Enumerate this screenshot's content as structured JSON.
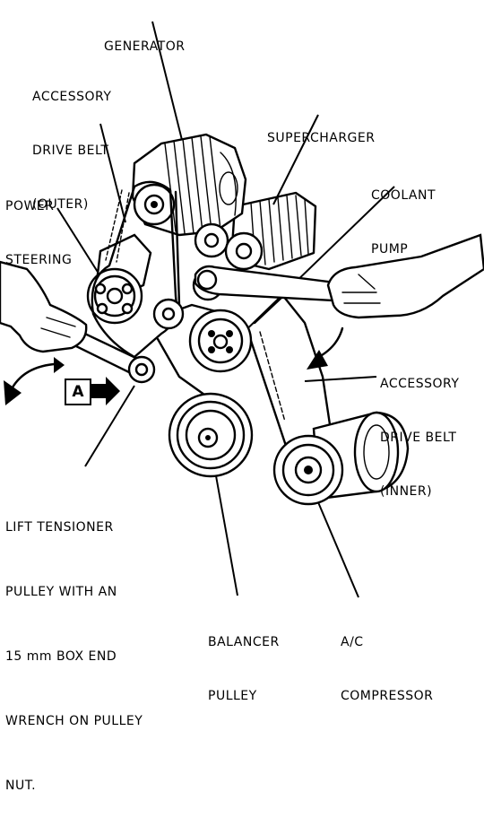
{
  "labels": {
    "generator": "GENERATOR",
    "accessory_drive_belt_outer": [
      "ACCESSORY",
      "DRIVE BELT",
      "(OUTER)"
    ],
    "supercharger": "SUPERCHARGER",
    "power_steering": [
      "POWER",
      "STEERING"
    ],
    "coolant_pump": [
      "COOLANT",
      "PUMP"
    ],
    "accessory_drive_belt_inner": [
      "ACCESSORY",
      "DRIVE BELT",
      "(INNER)"
    ],
    "lift_tensioner": [
      "LIFT TENSIONER",
      "PULLEY WITH AN",
      "15 mm BOX END",
      "WRENCH ON PULLEY",
      "NUT."
    ],
    "balancer_pulley": [
      "BALANCER",
      "PULLEY"
    ],
    "ac_compressor": [
      "A/C",
      "COMPRESSOR"
    ],
    "view_marker": "A"
  }
}
